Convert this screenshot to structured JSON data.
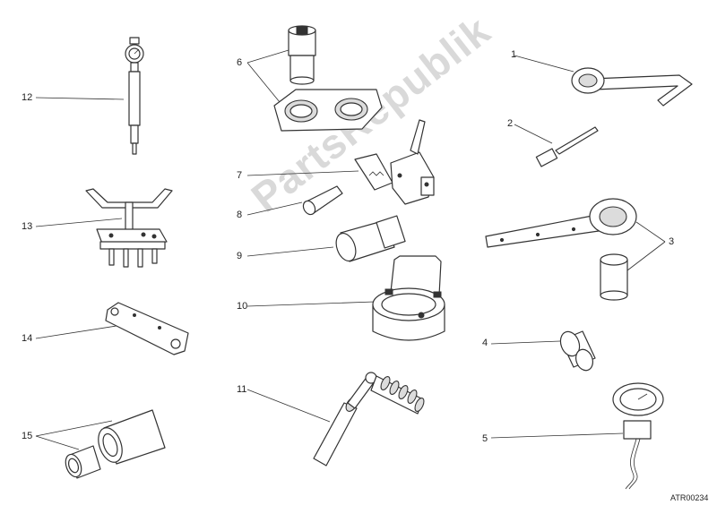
{
  "diagram": {
    "callouts": [
      "1",
      "2",
      "3",
      "4",
      "5",
      "6",
      "7",
      "8",
      "9",
      "10",
      "11",
      "12",
      "13",
      "14",
      "15"
    ],
    "reference_code": "ATR00234",
    "watermark": "PartsRepublik"
  }
}
